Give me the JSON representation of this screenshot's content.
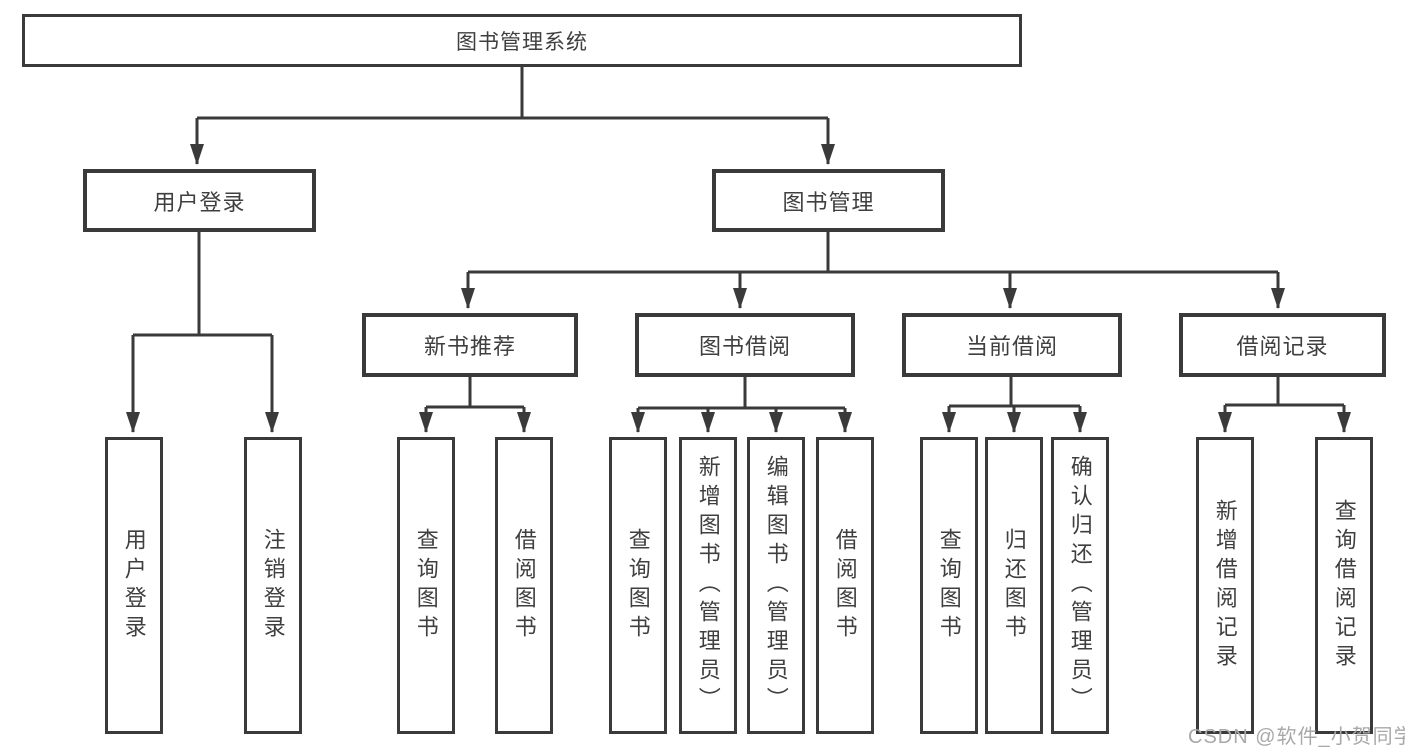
{
  "diagram": {
    "title": "图书管理系统",
    "type": "tree-structure-diagram",
    "root": {
      "label": "图书管理系统"
    },
    "level2": {
      "user_login": {
        "label": "用户登录",
        "leaves": [
          "用户登录",
          "注销登录"
        ]
      },
      "book_management": {
        "label": "图书管理",
        "sections": [
          {
            "label": "新书推荐",
            "leaves": [
              "查询图书",
              "借阅图书"
            ]
          },
          {
            "label": "图书借阅",
            "leaves": [
              "查询图书",
              "新增图书（管理员）",
              "编辑图书（管理员）",
              "借阅图书"
            ]
          },
          {
            "label": "当前借阅",
            "leaves": [
              "查询图书",
              "归还图书",
              "确认归还（管理员）"
            ]
          },
          {
            "label": "借阅记录",
            "leaves": [
              "新增借阅记录",
              "查询借阅记录"
            ]
          }
        ]
      }
    }
  },
  "watermark": "CSDN @软件_小贺同学",
  "colors": {
    "line": "#3a3a3a",
    "box_border": "#3a3a3a",
    "text": "#3f3f3f",
    "watermark": "#a9a9a9",
    "background": "#ffffff"
  }
}
